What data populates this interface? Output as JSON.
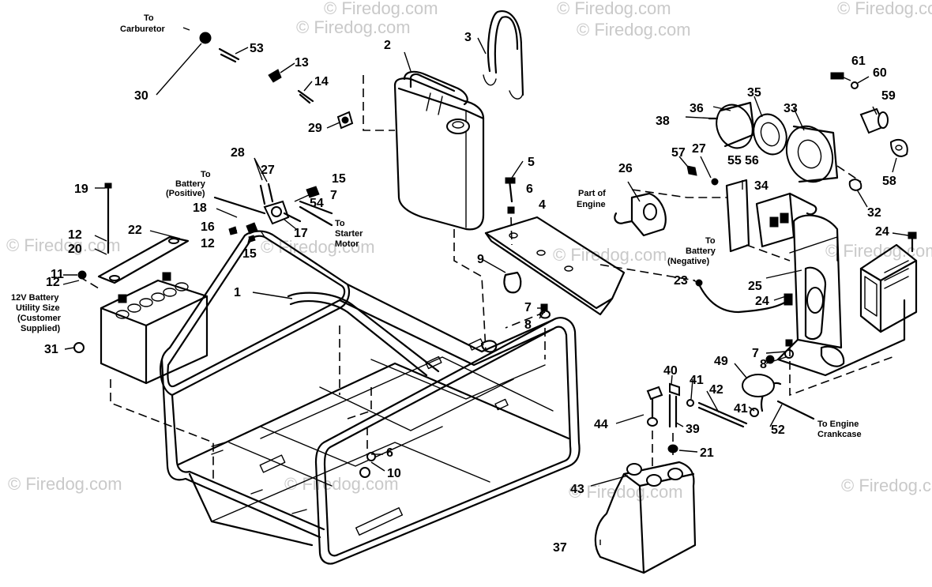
{
  "watermark": "© Firedog.com",
  "notes": {
    "to_carburetor_1": "To",
    "to_carburetor_2": "Carburetor",
    "to_battery_pos_1": "To",
    "to_battery_pos_2": "Battery",
    "to_battery_pos_3": "(Positive)",
    "to_starter_1": "To",
    "to_starter_2": "Starter",
    "to_starter_3": "Motor",
    "part_of_engine_1": "Part of",
    "part_of_engine_2": "Engine",
    "to_battery_neg_1": "To",
    "to_battery_neg_2": "Battery",
    "to_battery_neg_3": "(Negative)",
    "battery_1": "12V Battery",
    "battery_2": "Utility Size",
    "battery_3": "(Customer",
    "battery_4": "Supplied)",
    "to_crankcase_1": "To Engine",
    "to_crankcase_2": "Crankcase"
  },
  "callouts": [
    "1",
    "2",
    "3",
    "5",
    "6",
    "4",
    "7",
    "8",
    "9",
    "10",
    "11",
    "12",
    "12",
    "12",
    "13",
    "14",
    "15",
    "15",
    "16",
    "17",
    "18",
    "19",
    "20",
    "21",
    "22",
    "23",
    "24",
    "24",
    "25",
    "26",
    "27",
    "27",
    "28",
    "29",
    "30",
    "31",
    "32",
    "33",
    "34",
    "35",
    "36",
    "37",
    "38",
    "39",
    "40",
    "41",
    "41",
    "42",
    "43",
    "44",
    "49",
    "52",
    "53",
    "54",
    "55",
    "56",
    "57",
    "58",
    "59",
    "60",
    "61",
    "6",
    "7",
    "7",
    "8"
  ]
}
